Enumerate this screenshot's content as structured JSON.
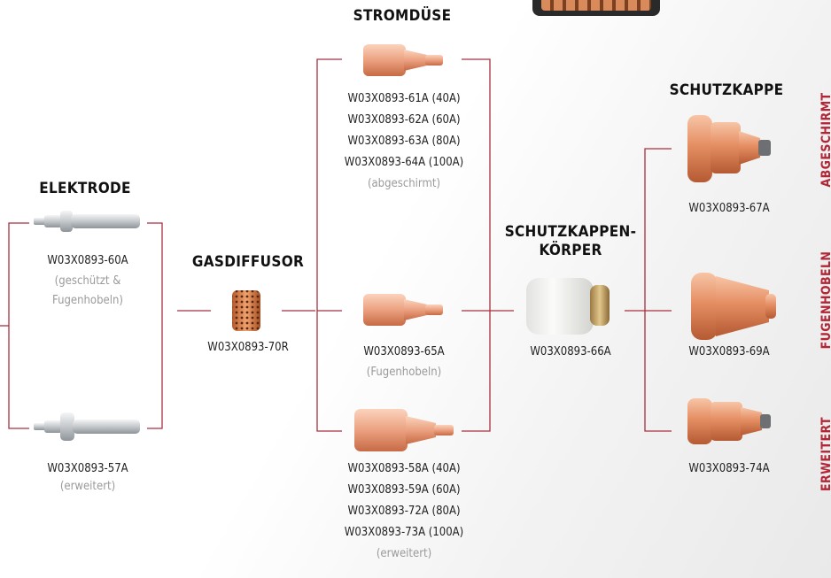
{
  "sections": {
    "elektrode": {
      "title": "ELEKTRODE",
      "part_a": {
        "code": "W03X0893-60A",
        "note": "(geschützt & Fugenhobeln)",
        "note_line1": "(geschützt &",
        "note_line2": "Fugenhobeln)"
      },
      "part_b": {
        "code": "W03X0893-57A",
        "note": "(erweitert)"
      }
    },
    "gasdiffusor": {
      "title": "GASDIFFUSOR",
      "code": "W03X0893-70R"
    },
    "stromduese": {
      "title": "STROMDÜSE",
      "abgeschirmt_codes": [
        "W03X0893-61A (40A)",
        "W03X0893-62A (60A)",
        "W03X0893-63A (80A)",
        "W03X0893-64A (100A)"
      ],
      "abgeschirmt_note": "(abgeschirmt)",
      "fugenhobeln_code": "W03X0893-65A",
      "fugenhobeln_note": "(Fugenhobeln)",
      "erweitert_codes": [
        "W03X0893-58A (40A)",
        "W03X0893-59A (60A)",
        "W03X0893-72A (80A)",
        "W03X0893-73A (100A)"
      ],
      "erweitert_note": "(erweitert)"
    },
    "schutzkappenkoerper": {
      "title_line1": "SCHUTZKAPPEN-",
      "title_line2": "KÖRPER",
      "code": "W03X0893-66A"
    },
    "schutzkappe": {
      "title": "SCHUTZKAPPE",
      "codes": [
        "W03X0893-67A",
        "W03X0893-69A",
        "W03X0893-74A"
      ]
    }
  },
  "side_labels": [
    "ABGESCHIRMT",
    "FUGENHOBELN",
    "ERWEITERT"
  ],
  "colors": {
    "accent": "#b32535",
    "line": "#a83040",
    "copper": "#e8a07c",
    "copper_dark": "#c96a42",
    "silver": "#d7dadc",
    "muted_text": "#9a9a9a"
  }
}
